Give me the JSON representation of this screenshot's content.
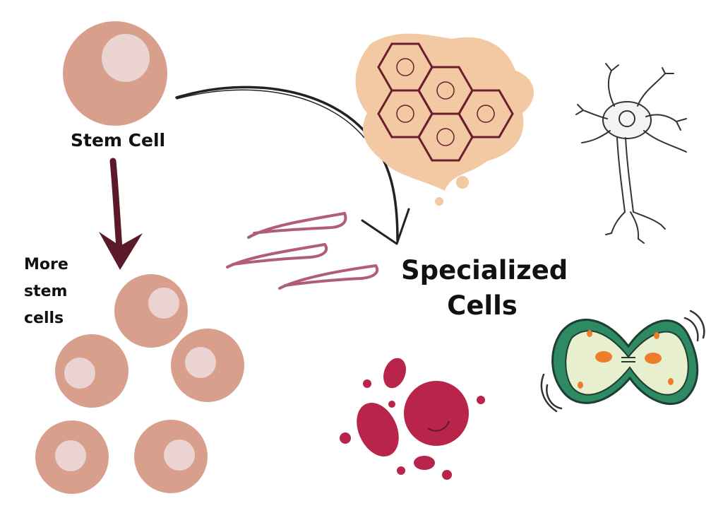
{
  "labels": {
    "stem_cell": "Stem Cell",
    "more_stem_cells": "More stem cells",
    "specialized_cells": "Specialized Cells"
  },
  "colors": {
    "stem_cell_fill": "#d8a08c",
    "stem_cell_nucleus": "#ead3d0",
    "arrow_dark": "#5b1a29",
    "tissue_blob": "#f2c9a2",
    "hex_outline": "#6b1d2c",
    "muscle_fiber": "#b05d7c",
    "red_blood_cell": "#b8244a",
    "plant_cell_wall": "#2e8a63",
    "plant_cell_inner": "#e7efcf",
    "organelle_orange": "#ee7d2a",
    "sketch_ink": "#222222"
  }
}
